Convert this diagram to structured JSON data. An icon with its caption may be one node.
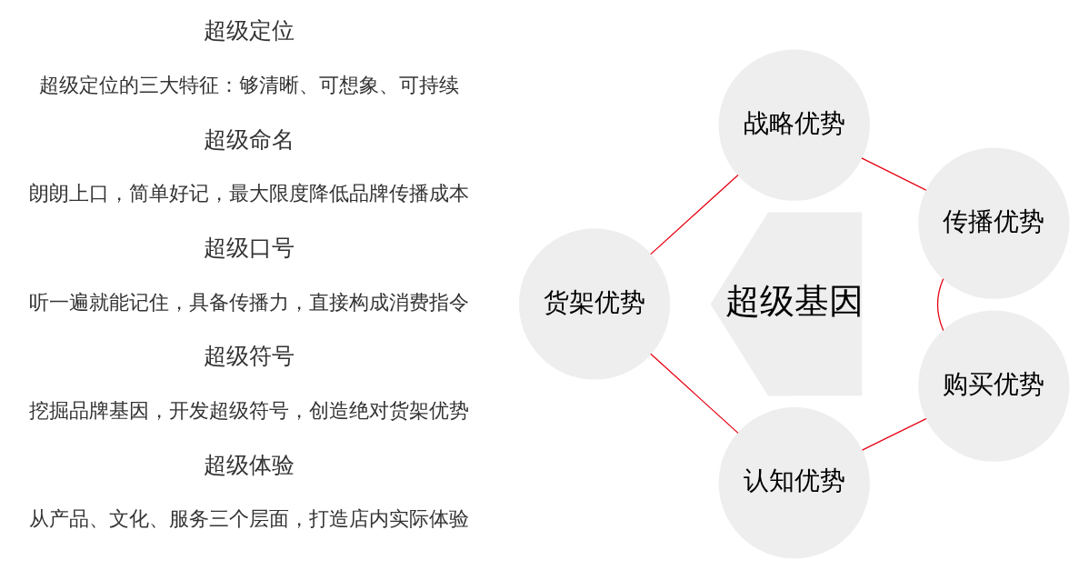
{
  "diagram": {
    "nodes": [
      {
        "text": [
          "战略优势"
        ]
      },
      {
        "text": [
          "货架优势"
        ]
      },
      {
        "text": [
          "超级基因"
        ]
      },
      {
        "text": [
          "传播优势"
        ]
      },
      {
        "text": [
          "认知优势"
        ]
      },
      {
        "text": [
          "购买优势"
        ]
      }
    ],
    "edges": [
      {
        "from": 1,
        "to": 0,
        "arrow": "none"
      },
      {
        "from": 0,
        "to": 3,
        "arrow": "none"
      },
      {
        "from": 3,
        "to": 5,
        "arrow": "none"
      },
      {
        "from": 5,
        "to": 4,
        "arrow": "none"
      },
      {
        "from": 4,
        "to": 1,
        "arrow": "none"
      }
    ],
    "labels": [
      "超级定位",
      "超级定位的三大特征：够清晰、可想象、可持续",
      "超级命名",
      "朗朗上口，简单好记，最大限度降低品牌传播成本",
      "超级口号",
      "听一遍就能记住，具备传播力，直接构成消费指令",
      "超级符号",
      "挖掘品牌基因，开发超级符号，创造绝对货架优势",
      "超级体验",
      "从产品、文化、服务三个层面，打造店内实际体验"
    ]
  }
}
